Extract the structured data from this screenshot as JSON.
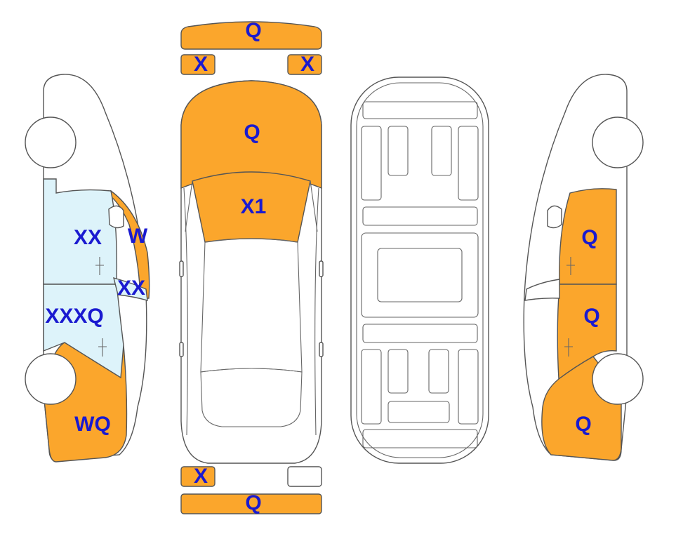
{
  "colors": {
    "damage_fill": "#FBA62C",
    "glass_fill": "#DDF3FA",
    "outline": "#555555",
    "label_text": "#1A1AD0"
  },
  "labels": {
    "front_bumper": "Q",
    "front_left_light": "X",
    "front_right_light": "X",
    "hood": "Q",
    "windshield": "X1",
    "rear_left_light": "X",
    "rear_bumper": "Q",
    "left_front_door": "XX",
    "left_a_pillar": "W",
    "left_b_pillar": "XX",
    "left_rear_door": "XXXQ",
    "left_quarter": "WQ",
    "right_front_door": "Q",
    "right_rear_door": "Q",
    "right_quarter": "Q"
  }
}
